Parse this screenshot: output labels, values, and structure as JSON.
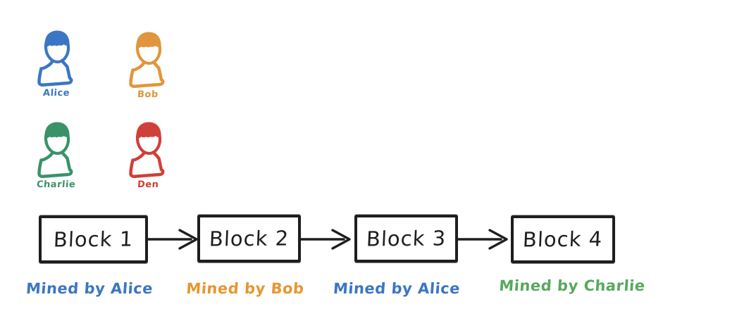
{
  "diagram": {
    "background": "#ffffff",
    "ink_color": "#1e1e1e",
    "people": [
      {
        "name": "Alice",
        "color": "#3b76c4"
      },
      {
        "name": "Bob",
        "color": "#e2953c"
      },
      {
        "name": "Charlie",
        "color": "#3a9268"
      },
      {
        "name": "Den",
        "color": "#d04038"
      }
    ],
    "blocks": [
      {
        "label": "Block 1",
        "mined_by": "Mined by Alice",
        "miner_color": "#3b76c4"
      },
      {
        "label": "Block 2",
        "mined_by": "Mined by Bob",
        "miner_color": "#e8962f"
      },
      {
        "label": "Block 3",
        "mined_by": "Mined by Alice",
        "miner_color": "#3b76c4"
      },
      {
        "label": "Block 4",
        "mined_by": "Mined by Charlie",
        "miner_color": "#58a85e"
      }
    ]
  }
}
